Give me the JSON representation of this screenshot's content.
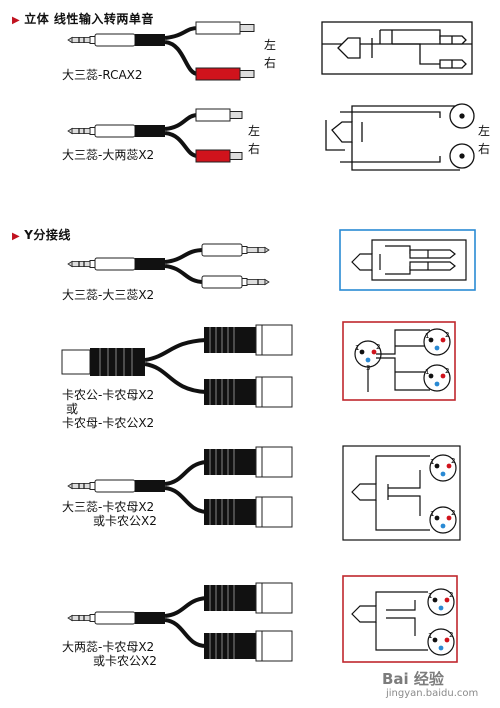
{
  "sections": [
    {
      "title": "立体 线性输入转两单音"
    },
    {
      "title": "Y分接线"
    }
  ],
  "cables": [
    {
      "label": [
        "大三蕊-RCAX2"
      ],
      "ends": [
        "左",
        "右"
      ]
    },
    {
      "label": [
        "大三蕊-大两蕊X2"
      ],
      "ends": [
        "左",
        "右"
      ],
      "diagram_ends": [
        "左",
        "右"
      ]
    },
    {
      "label": [
        "大三蕊-大三蕊X2"
      ]
    },
    {
      "label": [
        "卡农公-卡农母X2",
        "或",
        "卡农母-卡农公X2"
      ]
    },
    {
      "label": [
        "大三蕊-卡农母X2",
        "或卡农公X2"
      ]
    },
    {
      "label": [
        "大两蕊-卡农母X2",
        "或卡农公X2"
      ]
    }
  ],
  "xlr_pins": [
    "1",
    "2",
    "3"
  ],
  "watermark": {
    "line1": "Bai 经验",
    "line2": "jingyan.baidu.com"
  },
  "colors": {
    "red": "#d0131c",
    "blue_frame": "#2a8ad4",
    "red_frame": "#c0272d",
    "dark": "#111111"
  }
}
